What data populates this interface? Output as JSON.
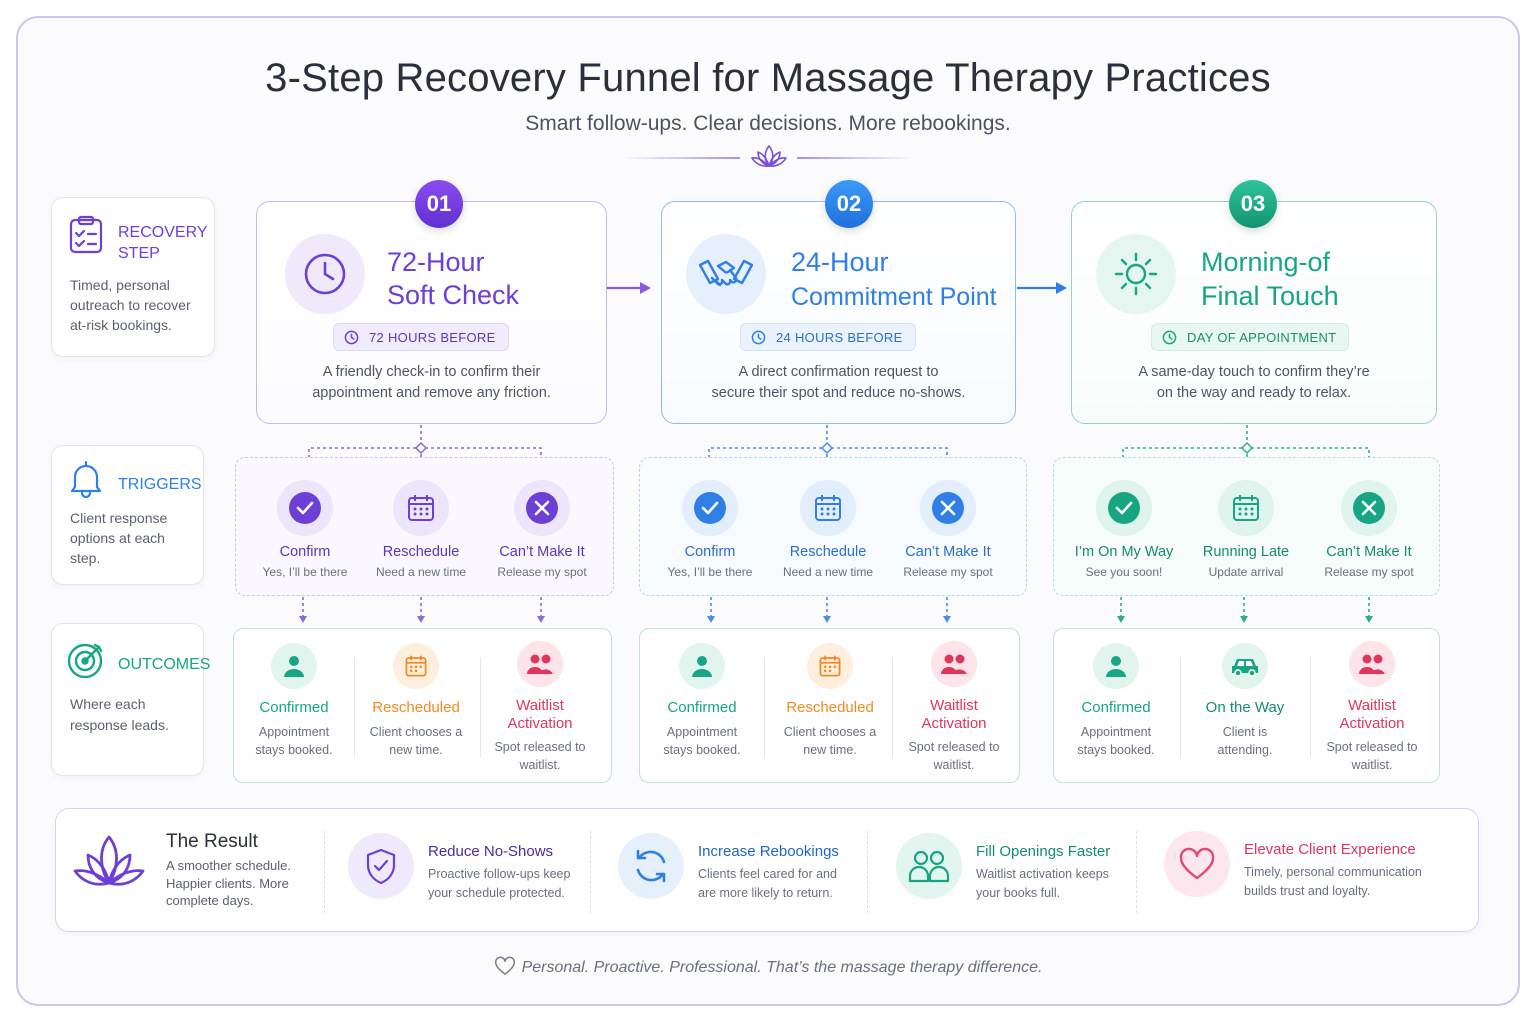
{
  "title": "3-Step Recovery Funnel for Massage Therapy Practices",
  "subtitle": "Smart follow-ups. Clear decisions. More rebookings.",
  "colors": {
    "purple": "#6c3fd6",
    "blue": "#2f7fe6",
    "teal": "#17a583",
    "orange": "#f08a24",
    "red": "#e0365a",
    "pink": "#e24a72"
  },
  "legend": {
    "recovery": {
      "title_line1": "RECOVERY",
      "title_line2": "STEP",
      "desc_l1": "Timed, personal",
      "desc_l2": "outreach to recover",
      "desc_l3": "at-risk bookings.",
      "icon": "clipboard-icon"
    },
    "triggers": {
      "title": "TRIGGERS",
      "desc_l1": "Client response",
      "desc_l2": "options at each",
      "desc_l3": "step.",
      "icon": "bell-icon"
    },
    "outcomes": {
      "title": "OUTCOMES",
      "desc_l1": "Where each",
      "desc_l2": "response leads.",
      "icon": "target-icon"
    }
  },
  "steps": [
    {
      "num": "01",
      "title_l1": "72-Hour",
      "title_l2": "Soft Check",
      "pill": "72 HOURS BEFORE",
      "desc_l1": "A friendly check-in to confirm their",
      "desc_l2": "appointment and remove any friction.",
      "icon": "clock-icon"
    },
    {
      "num": "02",
      "title_l1": "24-Hour",
      "title_l2": "Commitment Point",
      "pill": "24 HOURS BEFORE",
      "desc_l1": "A direct confirmation request to",
      "desc_l2": "secure their spot and reduce no-shows.",
      "icon": "handshake-icon"
    },
    {
      "num": "03",
      "title_l1": "Morning-of",
      "title_l2": "Final Touch",
      "pill": "DAY OF APPOINTMENT",
      "desc_l1": "A same-day touch to confirm they’re",
      "desc_l2": "on the way and ready to relax.",
      "icon": "sun-icon"
    }
  ],
  "triggers": [
    [
      {
        "title": "Confirm",
        "sub": "Yes, I’ll be there"
      },
      {
        "title": "Reschedule",
        "sub": "Need a new time"
      },
      {
        "title": "Can’t Make It",
        "sub": "Release my spot"
      }
    ],
    [
      {
        "title": "Confirm",
        "sub": "Yes, I’ll be there"
      },
      {
        "title": "Reschedule",
        "sub": "Need a new time"
      },
      {
        "title": "Can’t Make It",
        "sub": "Release my spot"
      }
    ],
    [
      {
        "title": "I’m On My Way",
        "sub": "See you soon!"
      },
      {
        "title": "Running Late",
        "sub": "Update arrival"
      },
      {
        "title": "Can’t Make It",
        "sub": "Release my spot"
      }
    ]
  ],
  "outcomes": [
    [
      {
        "title_l1": "Confirmed",
        "title_l2": "",
        "sub_l1": "Appointment",
        "sub_l2": "stays booked."
      },
      {
        "title_l1": "Rescheduled",
        "title_l2": "",
        "sub_l1": "Client chooses a",
        "sub_l2": "new time."
      },
      {
        "title_l1": "Waitlist",
        "title_l2": "Activation",
        "sub_l1": "Spot released to",
        "sub_l2": "waitlist."
      }
    ],
    [
      {
        "title_l1": "Confirmed",
        "title_l2": "",
        "sub_l1": "Appointment",
        "sub_l2": "stays booked."
      },
      {
        "title_l1": "Rescheduled",
        "title_l2": "",
        "sub_l1": "Client chooses a",
        "sub_l2": "new time."
      },
      {
        "title_l1": "Waitlist",
        "title_l2": "Activation",
        "sub_l1": "Spot released to",
        "sub_l2": "waitlist."
      }
    ],
    [
      {
        "title_l1": "Confirmed",
        "title_l2": "",
        "sub_l1": "Appointment",
        "sub_l2": "stays booked."
      },
      {
        "title_l1": "On the Way",
        "title_l2": "",
        "sub_l1": "Client is",
        "sub_l2": "attending."
      },
      {
        "title_l1": "Waitlist",
        "title_l2": "Activation",
        "sub_l1": "Spot released to",
        "sub_l2": "waitlist."
      }
    ]
  ],
  "result": {
    "title": "The Result",
    "desc_l1": "A smoother schedule.",
    "desc_l2": "Happier clients. More",
    "desc_l3": "complete days.",
    "items": [
      {
        "title": "Reduce No-Shows",
        "desc_l1": "Proactive follow-ups keep",
        "desc_l2": "your schedule protected.",
        "icon": "shield-icon"
      },
      {
        "title": "Increase Rebookings",
        "desc_l1": "Clients feel cared for and",
        "desc_l2": "are more likely to return.",
        "icon": "refresh-icon"
      },
      {
        "title": "Fill Openings Faster",
        "desc_l1": "Waitlist activation keeps",
        "desc_l2": "your books full.",
        "icon": "people-icon"
      },
      {
        "title": "Elevate Client Experience",
        "desc_l1": "Timely, personal communication",
        "desc_l2": "builds trust and loyalty.",
        "icon": "heart-icon"
      }
    ]
  },
  "footer": "Personal. Proactive. Professional. That’s the massage therapy difference."
}
